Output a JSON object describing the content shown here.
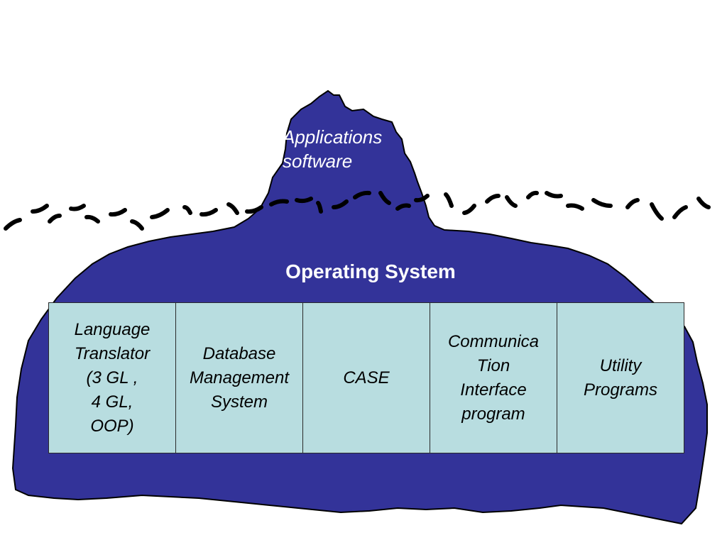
{
  "colors": {
    "iceberg": "#333399",
    "outline": "#000000",
    "table_fill": "#b8dde0"
  },
  "applications_label": "Applications\nsoftware",
  "os_label": "Operating System",
  "components": [
    "Language\nTranslator\n(3 GL ,\n4 GL,\nOOP)",
    "Database\nManagement\nSystem",
    "CASE",
    "Communica\nTion\nInterface\nprogram",
    "Utility\nPrograms"
  ]
}
